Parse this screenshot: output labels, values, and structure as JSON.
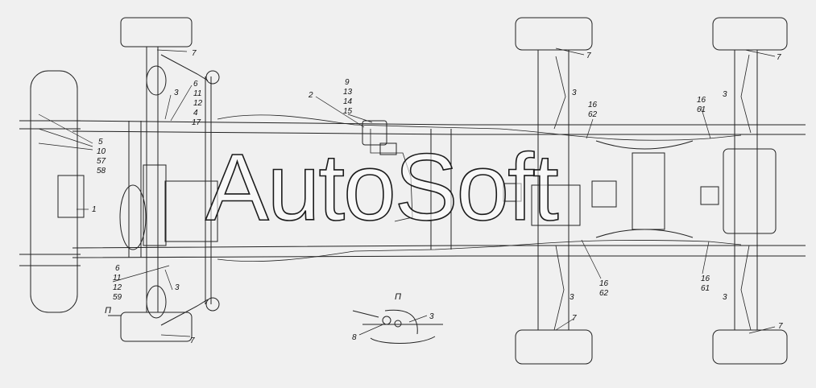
{
  "watermark": "AutoSoft",
  "view_mark": "П",
  "callouts": {
    "front_left_top": [
      "6",
      "11",
      "12",
      "4",
      "17"
    ],
    "steer_left": [
      "5",
      "10",
      "57",
      "58"
    ],
    "valve_top": [
      "9",
      "13",
      "14",
      "15"
    ],
    "front_left_bottom": [
      "6",
      "11",
      "12",
      "59"
    ],
    "rear1_top": [
      "16",
      "62"
    ],
    "rear1_bottom": [
      "16",
      "62"
    ],
    "rear2_top": [
      "16",
      "61"
    ],
    "rear2_bottom": [
      "16",
      "61"
    ]
  },
  "single_labels": {
    "seven": "7",
    "three": "3",
    "one": "1",
    "two": "2",
    "eight": "8"
  }
}
